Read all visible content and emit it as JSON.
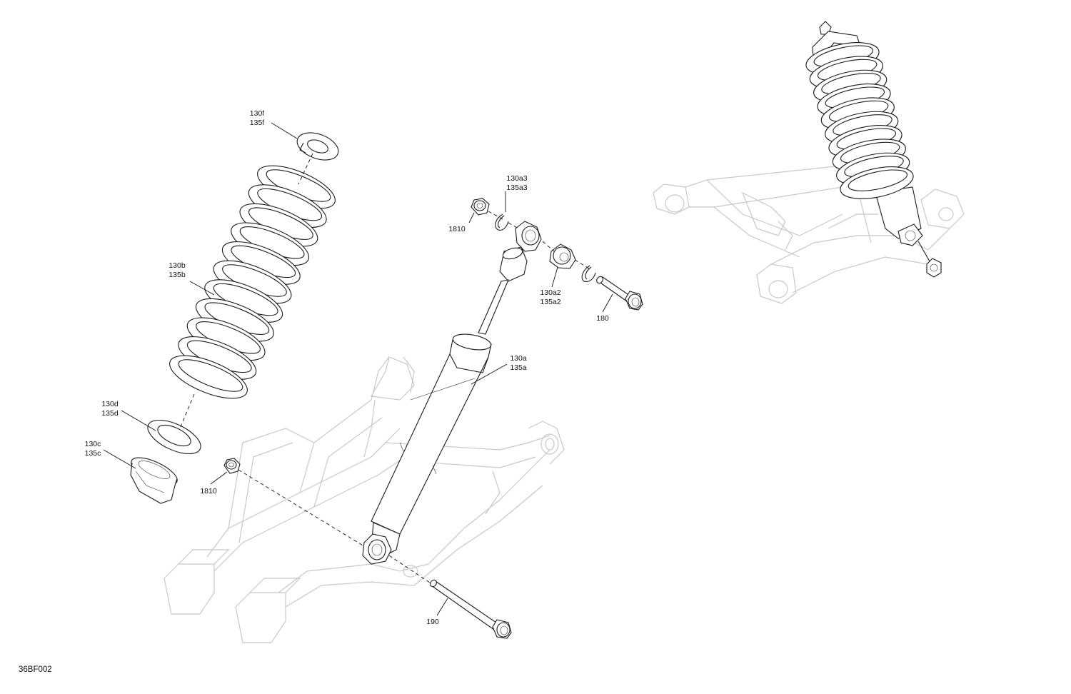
{
  "figure_id": "36BF002",
  "callouts": {
    "c130f": [
      "130f",
      "135f"
    ],
    "c130b": [
      "130b",
      "135b"
    ],
    "c130d": [
      "130d",
      "135d"
    ],
    "c130c": [
      "130c",
      "135c"
    ],
    "c1810a": [
      "1810"
    ],
    "c1810b": [
      "1810"
    ],
    "c130a3": [
      "130a3",
      "135a3"
    ],
    "c130a2": [
      "130a2",
      "135a2"
    ],
    "c180": [
      "180"
    ],
    "c130a": [
      "130a",
      "135a"
    ],
    "c190": [
      "190"
    ]
  }
}
